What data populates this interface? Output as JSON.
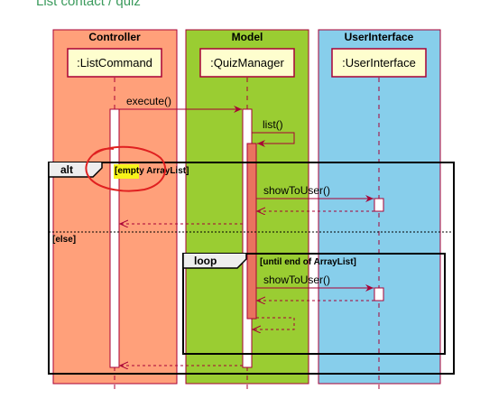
{
  "title": "List contact / quiz",
  "colors": {
    "controller_box": "#ffa07a",
    "model_box": "#9acd32",
    "ui_box": "#87ceeb",
    "participant_fill": "#fefece",
    "arrow": "#a80036",
    "activation_main": "#ffffff",
    "activation_self": "#e9735f",
    "frame_border": "#000000",
    "title_green": "#3a9a5c",
    "annotation_red": "#e02020",
    "highlight_yellow": "#f7f31a"
  },
  "boxes": {
    "controller": "Controller",
    "model": "Model",
    "ui": "UserInterface"
  },
  "participants": {
    "list_command": ":ListCommand",
    "quiz_manager": ":QuizManager",
    "user_interface": ":UserInterface"
  },
  "messages": {
    "execute": "execute()",
    "list": "list()",
    "show_1": "showToUser()",
    "show_2": "showToUser()"
  },
  "frames": {
    "alt_label": "alt",
    "alt_guard": "[empty ArrayList]",
    "else_guard": "[else]",
    "loop_label": "loop",
    "loop_guard": "[until end of ArrayList]"
  }
}
